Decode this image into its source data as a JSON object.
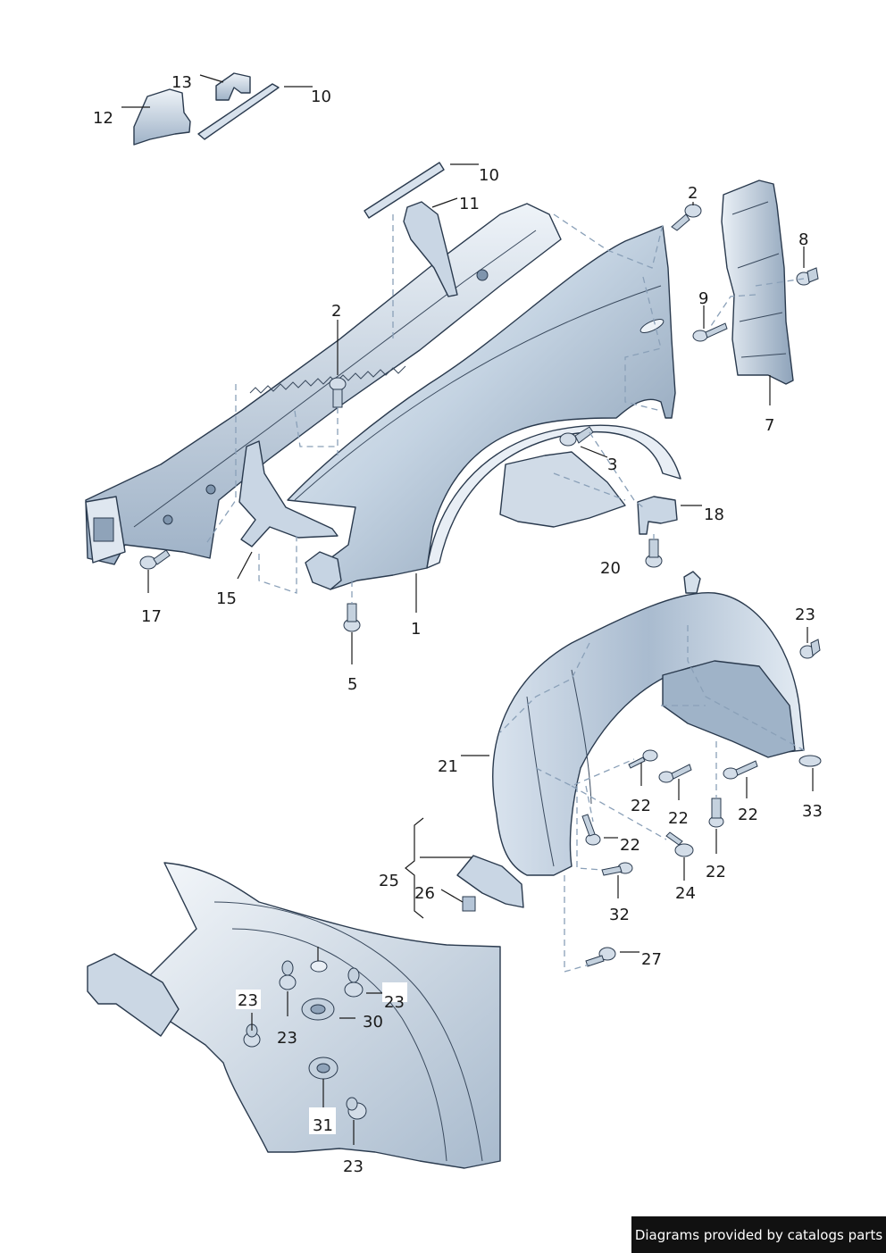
{
  "footer": {
    "credit": "Diagrams provided by catalogs parts"
  },
  "callouts": {
    "c1": "1",
    "c2a": "2",
    "c2b": "2",
    "c3": "3",
    "c5": "5",
    "c7": "7",
    "c8": "8",
    "c9": "9",
    "c10a": "10",
    "c10b": "10",
    "c11": "11",
    "c12": "12",
    "c13": "13",
    "c15": "15",
    "c17": "17",
    "c18": "18",
    "c20": "20",
    "c21": "21",
    "c22a": "22",
    "c22b": "22",
    "c22c": "22",
    "c22d": "22",
    "c22e": "22",
    "c23a": "23",
    "c23b": "23",
    "c23c": "23",
    "c23d": "23",
    "c23e": "23",
    "c24": "24",
    "c25": "25",
    "c26": "26",
    "c27": "27",
    "c30": "30",
    "c31": "31",
    "c32": "32",
    "c33": "33"
  },
  "colors": {
    "part_fill_light": "#e4ecf4",
    "part_fill_mid": "#b9c9da",
    "part_fill_dark": "#7f95ad",
    "line": "#2a3a4e",
    "dashed_guide": "#8aa0b8",
    "footer_bg": "#111111",
    "footer_text": "#ffffff"
  }
}
